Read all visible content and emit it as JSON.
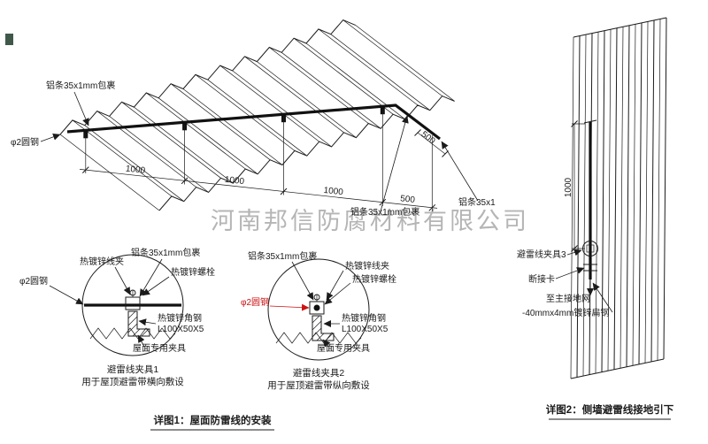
{
  "watermark": "河南邦信防腐材料有限公司",
  "colors": {
    "ink": "#1b1b1b",
    "highlight_red": "#cc1111",
    "watermark_gray": "#a3a3a3"
  },
  "roof": {
    "label_wrap_top": "铝条35x1mm包裹",
    "label_rod_left": "φ2圆钢",
    "label_wrap_right": "铝条35x1mm包裹",
    "label_wrap_far_right": "铝条35x1",
    "dim_1000": "1000",
    "dim_500": "500"
  },
  "detail1": {
    "title": "避雷线夹具1",
    "subtitle": "用于屋顶避雷带横向敷设",
    "label_clamp": "热镀锌线夹",
    "label_wrap": "铝条35x1mm包裹",
    "label_bolt": "热镀锌螺栓",
    "label_rod": "φ2圆钢",
    "label_angle": "热镀锌角钢",
    "label_angle_size": "L100X50X5",
    "label_fixture": "屋面专用夹具"
  },
  "detail2": {
    "title": "避雷线夹具2",
    "subtitle": "用于屋顶避雷带纵向敷设",
    "label_clamp": "热镀锌线夹",
    "label_wrap": "铝条35x1mm包裹",
    "label_bolt": "热镀锌螺栓",
    "label_rod": "φ2圆钢",
    "label_angle": "热镀锌角钢",
    "label_angle_size": "L100X50X5",
    "label_fixture": "屋面专用夹具"
  },
  "wall": {
    "dim_1000": "1000",
    "label_clamp3": "避雷线夹具3",
    "label_disconnect": "断接卡",
    "label_to_ground": "至主接地网",
    "label_flat_steel": "-40mmx4mm镀锌扁钢"
  },
  "captions": {
    "detail1": "详图1：屋面防雷线的安装",
    "detail2": "详图2：侧墙避雷线接地引下"
  }
}
